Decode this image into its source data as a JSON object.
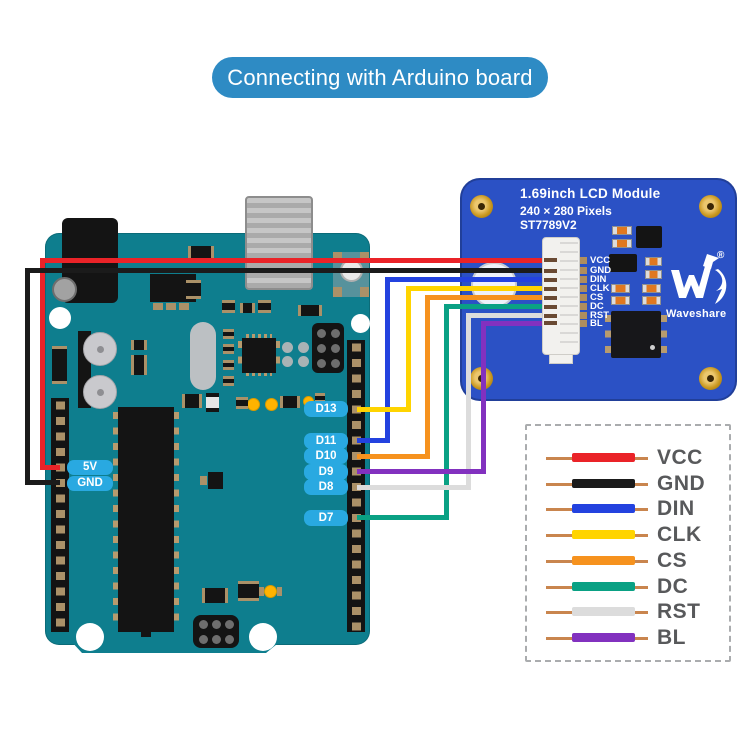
{
  "title": {
    "label": "Connecting with Arduino board"
  },
  "arduino": {
    "pin_labels": [
      "D13",
      "D11",
      "D10",
      "D9",
      "D8",
      "D7"
    ],
    "power_labels": [
      "5V",
      "GND"
    ]
  },
  "lcd": {
    "title": "1.69inch LCD Module",
    "subtitle": "240 × 280 Pixels",
    "controller": "ST7789V2",
    "brand": "Waveshare",
    "registered_mark": "®",
    "pins": [
      "VCC",
      "GND",
      "DIN",
      "CLK",
      "CS",
      "DC",
      "RST",
      "BL"
    ]
  },
  "legend": {
    "items": [
      {
        "label": "VCC",
        "color": "#ea2328"
      },
      {
        "label": "GND",
        "color": "#1b1b1b"
      },
      {
        "label": "DIN",
        "color": "#2342df"
      },
      {
        "label": "CLK",
        "color": "#ffd400"
      },
      {
        "label": "CS",
        "color": "#f6921e"
      },
      {
        "label": "DC",
        "color": "#0aa184"
      },
      {
        "label": "RST",
        "color": "#dcdcdc"
      },
      {
        "label": "BL",
        "color": "#8231bf"
      }
    ]
  },
  "colors": {
    "title_banner": "#2e8bc4",
    "arduino_pcb": "#0e7e8e",
    "lcd_pcb": "#2b51c5",
    "pin_badge": "#29a9e1",
    "pad_gold": "#b08e5e",
    "wire_lead_copper": "#c9854e",
    "legend_text": "#58595b"
  }
}
